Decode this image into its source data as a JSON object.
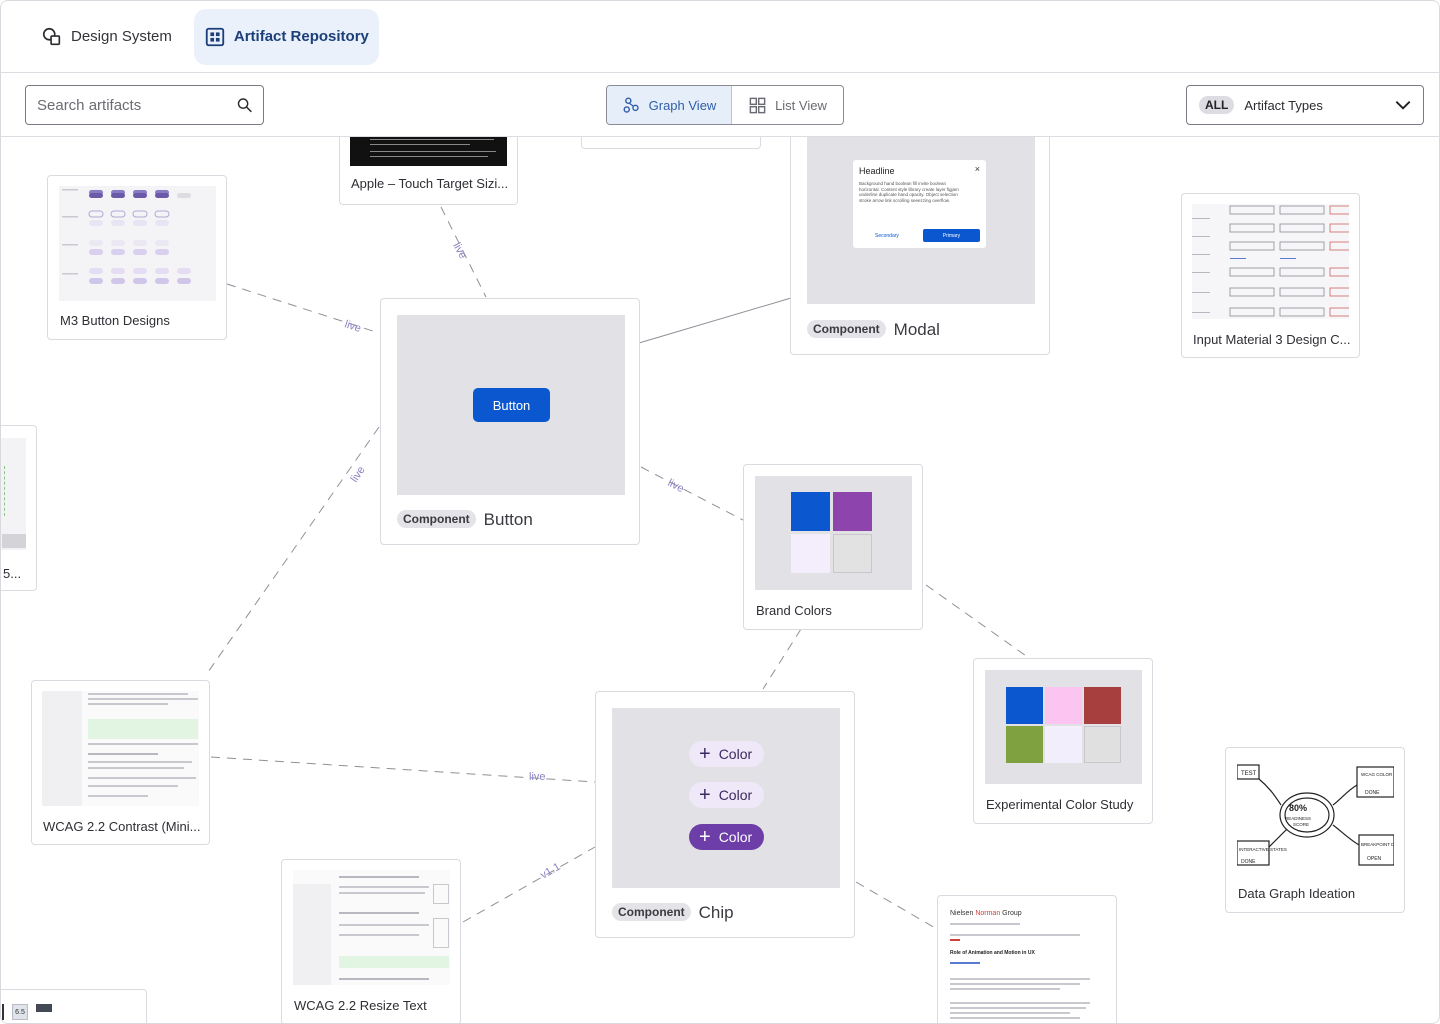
{
  "nav": {
    "tabs": [
      {
        "label": "Design System",
        "icon": "shapes-icon",
        "active": false
      },
      {
        "label": "Artifact Repository",
        "icon": "grid-icon",
        "active": true
      }
    ]
  },
  "toolbar": {
    "search_placeholder": "Search artifacts",
    "views": [
      {
        "label": "Graph View",
        "icon": "graph-icon",
        "active": true
      },
      {
        "label": "List View",
        "icon": "list-grid-icon",
        "active": false
      }
    ],
    "type_filter": {
      "badge": "ALL",
      "label": "Artifact Types"
    }
  },
  "colors": {
    "accent": "#0b57d0",
    "chip_selected": "#6d3ea8",
    "edge_label": "#8a84c4"
  },
  "edges": {
    "live": "live",
    "version": "v1.1"
  },
  "cards": {
    "apple": {
      "title": "Apple – Touch Target Sizi..."
    },
    "m3buttons": {
      "title": "M3 Button Designs"
    },
    "modal": {
      "tag": "Component",
      "title": "Modal",
      "preview": {
        "headline": "Headline",
        "body": "Background hand boolean fill invite boolean horizontal. Content style library create layer figjam underline duplicate hand opacity. Object selection stroke arrow link scrolling seeezzing overflow.",
        "secondary": "Secondary",
        "primary": "Primary",
        "close": "×"
      }
    },
    "input": {
      "title": "Input Material 3 Design C..."
    },
    "button": {
      "tag": "Component",
      "title": "Button",
      "preview_label": "Button"
    },
    "left_partial": {
      "title": "5..."
    },
    "brand": {
      "title": "Brand Colors",
      "swatches": [
        "#0b57d0",
        "#8e44ad",
        "#f4eefc",
        "#e2e2e2"
      ]
    },
    "experimental": {
      "title": "Experimental Color Study",
      "swatches": [
        "#0b57d0",
        "#fcc4f0",
        "#a83f3f",
        "#7fa13f",
        "#f2eefc",
        "#e0e0e0"
      ]
    },
    "chip": {
      "tag": "Component",
      "title": "Chip",
      "chips": [
        "Color",
        "Color",
        "Color"
      ]
    },
    "wcag_contrast": {
      "title": "WCAG 2.2 Contrast (Mini..."
    },
    "wcag_resize": {
      "title": "WCAG 2.2 Resize Text"
    },
    "ideation": {
      "title": "Data Graph Ideation",
      "center_note": "80% READINESS SCORE",
      "notes": [
        "TEST",
        "WCAG COLOR CONTRAST CHECK",
        "DONE",
        "INTERACTIVE STATES",
        "DONE",
        "BREAKPOINT DEFINITION",
        "OPEN"
      ]
    },
    "nng": {
      "brand_prefix": "Nielsen",
      "brand_accent": "Norman",
      "brand_suffix": "Group",
      "article": "Role of Animation and Motion in UX"
    },
    "bottom_left": {
      "badge": "6.5"
    }
  }
}
